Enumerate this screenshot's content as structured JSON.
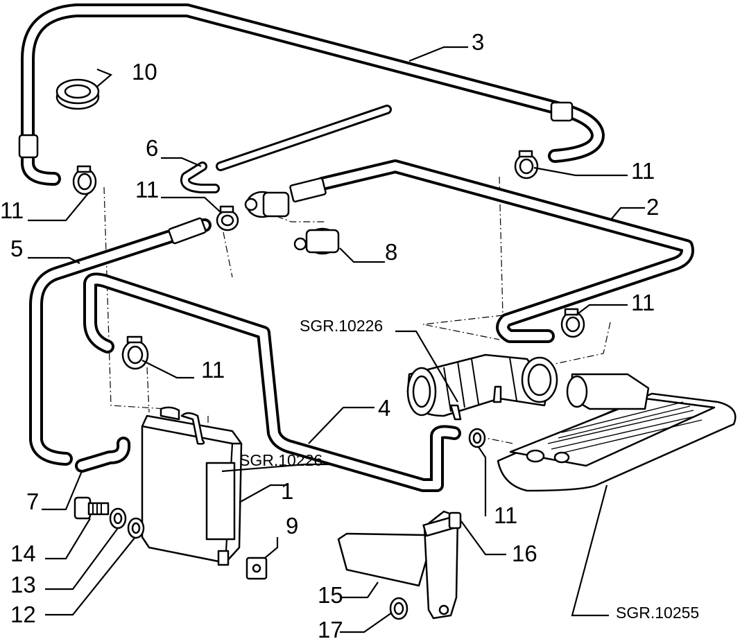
{
  "diagram": {
    "callouts": [
      "1",
      "2",
      "3",
      "4",
      "5",
      "6",
      "7",
      "8",
      "9",
      "10",
      "11",
      "12",
      "13",
      "14",
      "15",
      "16",
      "17"
    ],
    "clip_label": "11",
    "references": {
      "sgr_10226": "SGR.10226",
      "sgr_10255": "SGR.10255"
    }
  }
}
